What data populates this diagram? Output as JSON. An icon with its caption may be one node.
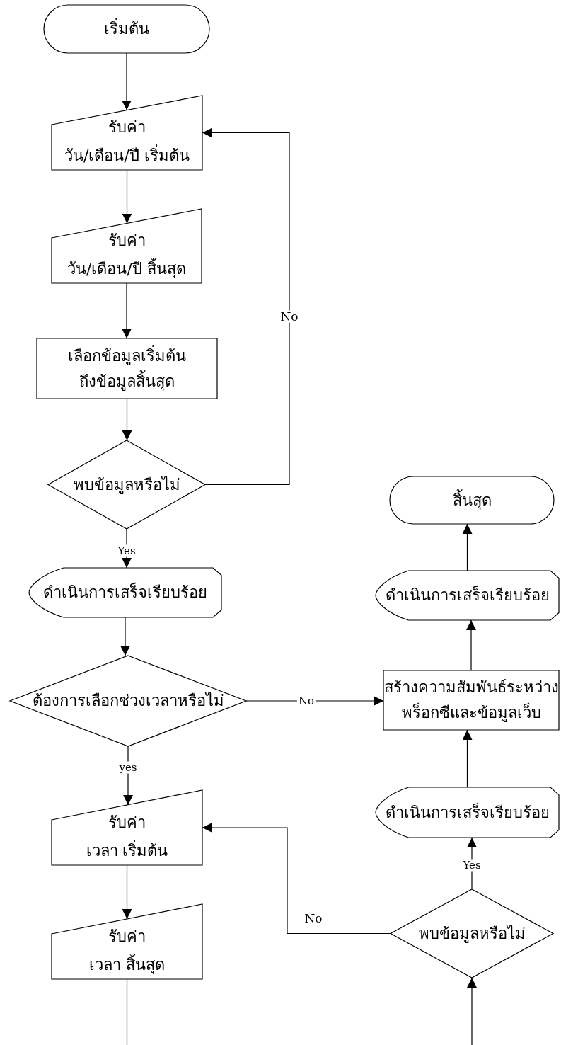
{
  "diagram": {
    "nodes": [
      {
        "text": [
          "เริ่มต้น"
        ]
      },
      {
        "text": [
          "รับค่า",
          "วัน/เดือน/ปี เริ่มต้น"
        ]
      },
      {
        "text": [
          "รับค่า",
          "วัน/เดือน/ปี สิ้นสุด"
        ]
      },
      {
        "text": [
          "เลือกข้อมูลเริ่มต้น ถึงข้อมูลสิ้นสุด"
        ]
      },
      {
        "text": [
          "พบข้อมูลหรือไม่"
        ]
      },
      {
        "text": [
          "ดำเนินการเสร็จเรียบร้อย"
        ]
      },
      {
        "text": [
          "ต้องการเลือกช่วงเวลาหรือไม่"
        ]
      },
      {
        "text": [
          "รับค่า",
          "เวลา เริ่มต้น"
        ]
      },
      {
        "text": [
          "รับค่า",
          "เวลา สิ้นสุด"
        ]
      },
      {
        "text": [
          "สิ้นสุด"
        ]
      },
      {
        "text": [
          "ดำเนินการเสร็จเรียบร้อย"
        ]
      },
      {
        "text": [
          "สร้างความสัมพันธ์ระหว่าง พร็อกซีและข้อมูลเว็บ"
        ]
      },
      {
        "text": [
          "ดำเนินการเสร็จเรียบร้อย"
        ]
      },
      {
        "text": [
          "พบข้อมูลหรือไม่"
        ]
      }
    ],
    "edges": [
      {
        "from": 0,
        "to": 1,
        "arrow": "to"
      },
      {
        "from": 1,
        "to": 2,
        "arrow": "to"
      },
      {
        "from": 2,
        "to": 3,
        "arrow": "to"
      },
      {
        "from": 3,
        "to": 4,
        "arrow": "to"
      },
      {
        "from": 4,
        "to": 1,
        "arrow": "to",
        "label": "No"
      },
      {
        "from": 4,
        "to": 5,
        "arrow": "to",
        "label": "Yes"
      },
      {
        "from": 5,
        "to": 6,
        "arrow": "to"
      },
      {
        "from": 6,
        "to": 11,
        "arrow": "to",
        "label": "No"
      },
      {
        "from": 6,
        "to": 7,
        "arrow": "to",
        "label": "yes"
      },
      {
        "from": 7,
        "to": 8,
        "arrow": "to"
      },
      {
        "from": 8,
        "to": null,
        "arrow": "none"
      },
      {
        "from": null,
        "to": 13,
        "arrow": "to"
      },
      {
        "from": 13,
        "to": 7,
        "arrow": "to",
        "label": "No"
      },
      {
        "from": 13,
        "to": 12,
        "arrow": "to",
        "label": "Yes"
      },
      {
        "from": 12,
        "to": 11,
        "arrow": "to"
      },
      {
        "from": 11,
        "to": 10,
        "arrow": "to"
      },
      {
        "from": 10,
        "to": 9,
        "arrow": "to"
      }
    ]
  }
}
